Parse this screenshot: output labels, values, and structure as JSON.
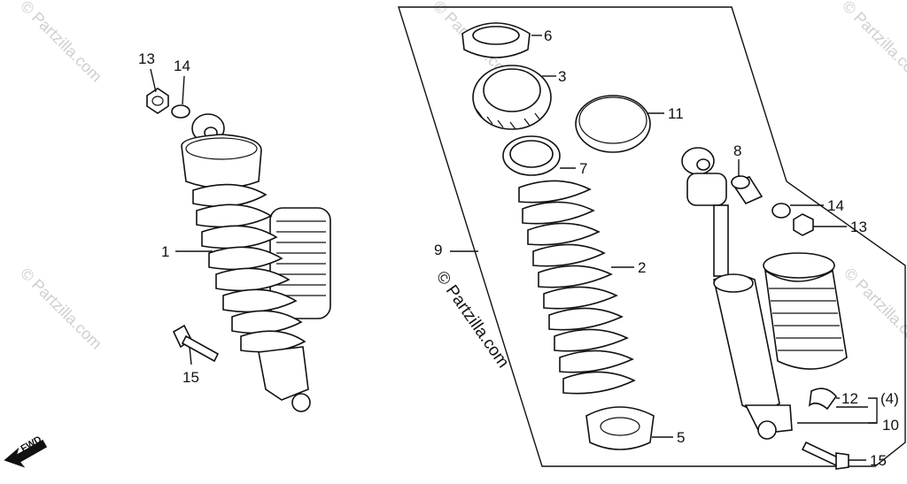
{
  "watermarks": {
    "corner": "© Partzilla.com",
    "center": "© Partzilla.com"
  },
  "direction_marker": "FWD",
  "callouts": {
    "p1": "1",
    "p2": "2",
    "p3": "3",
    "p5": "5",
    "p6": "6",
    "p7": "7",
    "p8": "8",
    "p9": "9",
    "p10": "10",
    "p11": "11",
    "p12": "12",
    "p13_left": "13",
    "p13_right": "13",
    "p14_left": "14",
    "p14_right": "14",
    "p15_left": "15",
    "p15_right": "15",
    "qty_bracket": "(4)"
  }
}
